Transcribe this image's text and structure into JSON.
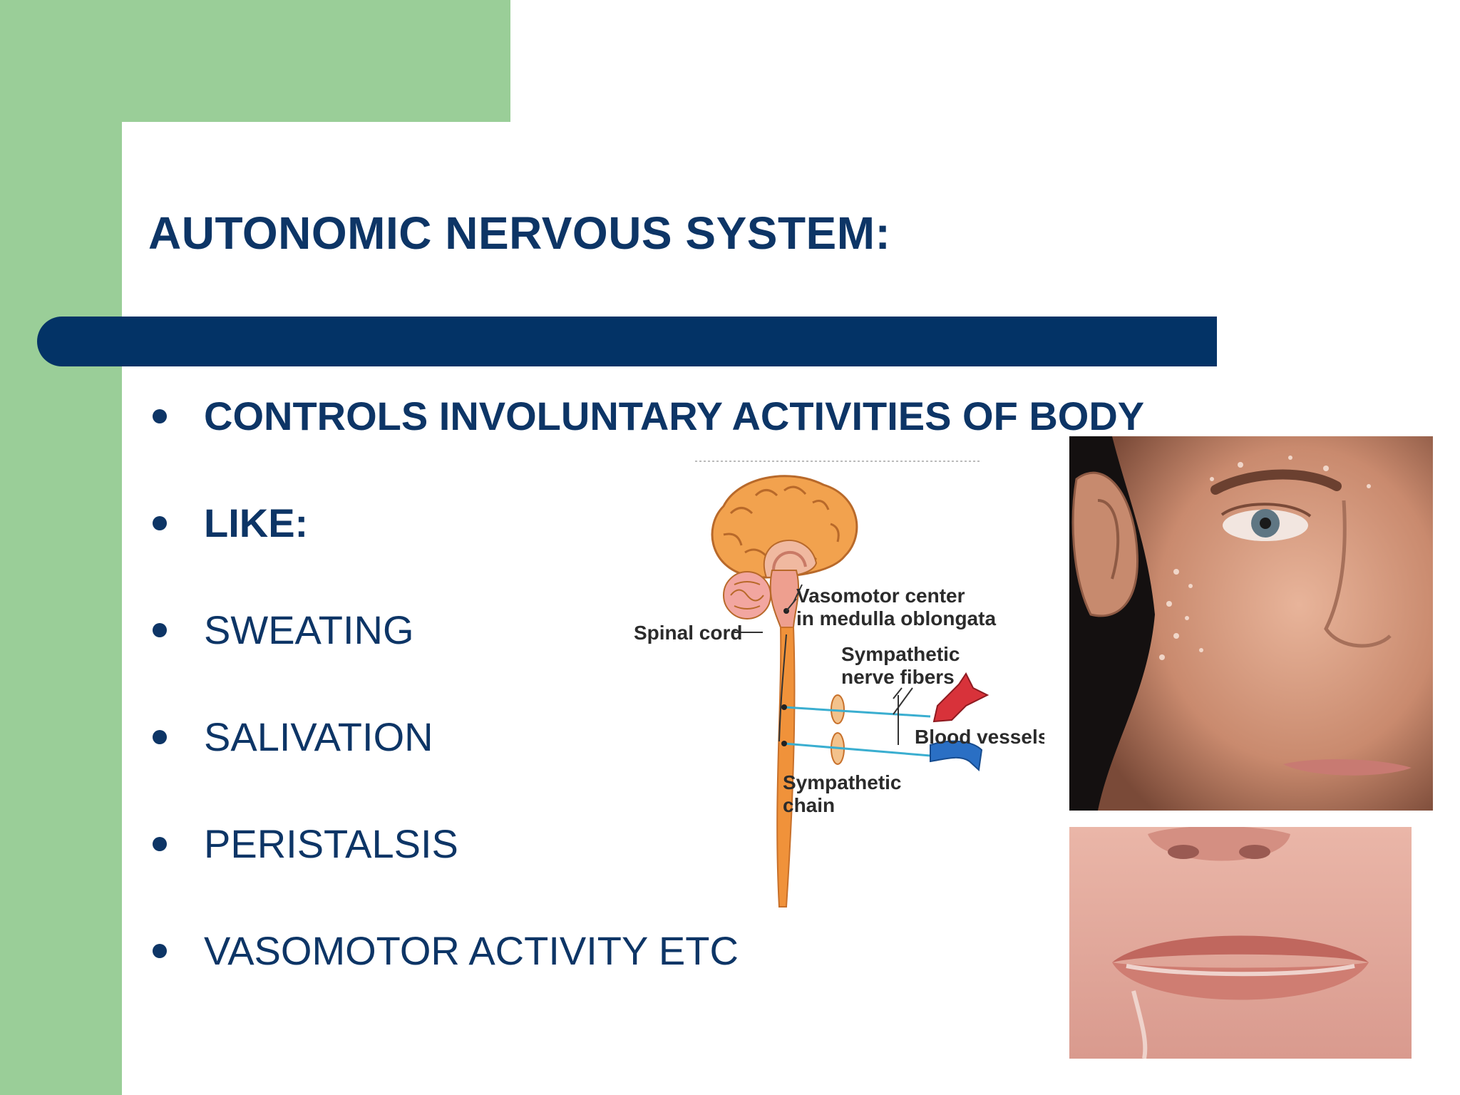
{
  "slide": {
    "title": "AUTONOMIC NERVOUS SYSTEM:",
    "bullets": [
      {
        "text": "CONTROLS INVOLUNTARY ACTIVITIES OF BODY",
        "bold": true
      },
      {
        "text": "LIKE:",
        "bold": true
      },
      {
        "text": "SWEATING",
        "bold": false
      },
      {
        "text": "SALIVATION",
        "bold": false
      },
      {
        "text": "PERISTALSIS",
        "bold": false
      },
      {
        "text": "VASOMOTOR ACTIVITY  ETC",
        "bold": false
      }
    ]
  },
  "diagram": {
    "labels": {
      "spinal_cord": "Spinal cord",
      "vasomotor_line1": "Vasomotor center",
      "vasomotor_line2": "in medulla oblongata",
      "fibers_line1": "Sympathetic",
      "fibers_line2": "nerve fibers",
      "blood_vessels": "Blood vessels",
      "chain_line1": "Sympathetic",
      "chain_line2": "chain"
    }
  },
  "colors": {
    "accent_green": "#9ace98",
    "navy": "#033366",
    "text": "#0d3566"
  }
}
